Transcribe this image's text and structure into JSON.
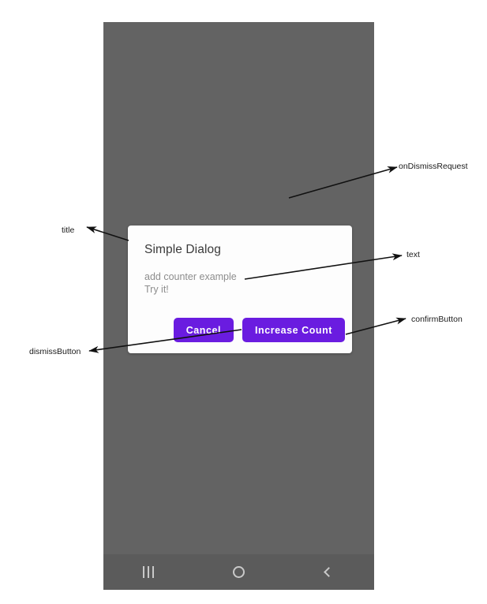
{
  "device": {
    "name": "android-phone-frame",
    "backdrop_color": "#636363",
    "nav_bar": {
      "background_color": "#5b5b5b",
      "buttons": [
        {
          "name": "recents-button",
          "icon": "recents-icon"
        },
        {
          "name": "home-button",
          "icon": "home-circle-icon"
        },
        {
          "name": "back-button",
          "icon": "back-chevron-icon"
        }
      ]
    }
  },
  "dialog": {
    "title": "Simple Dialog",
    "text": "add counter example\nTry it!",
    "background_color": "#fdfdfd",
    "dismiss_button": {
      "label": "Cancel",
      "color": "#6A1CE0",
      "text_color": "#ffffff"
    },
    "confirm_button": {
      "label": "Increase Count",
      "color": "#6A1CE0",
      "text_color": "#ffffff"
    }
  },
  "annotations": [
    {
      "id": "onDismissRequest",
      "label": "onDismissRequest",
      "points_to": "scrim-backdrop"
    },
    {
      "id": "text",
      "label": "text",
      "points_to": "dialog-text"
    },
    {
      "id": "confirmButton",
      "label": "confirmButton",
      "points_to": "confirm-button"
    },
    {
      "id": "title",
      "label": "title",
      "points_to": "dialog-title"
    },
    {
      "id": "dismissButton",
      "label": "dismissButton",
      "points_to": "dismiss-button"
    }
  ]
}
